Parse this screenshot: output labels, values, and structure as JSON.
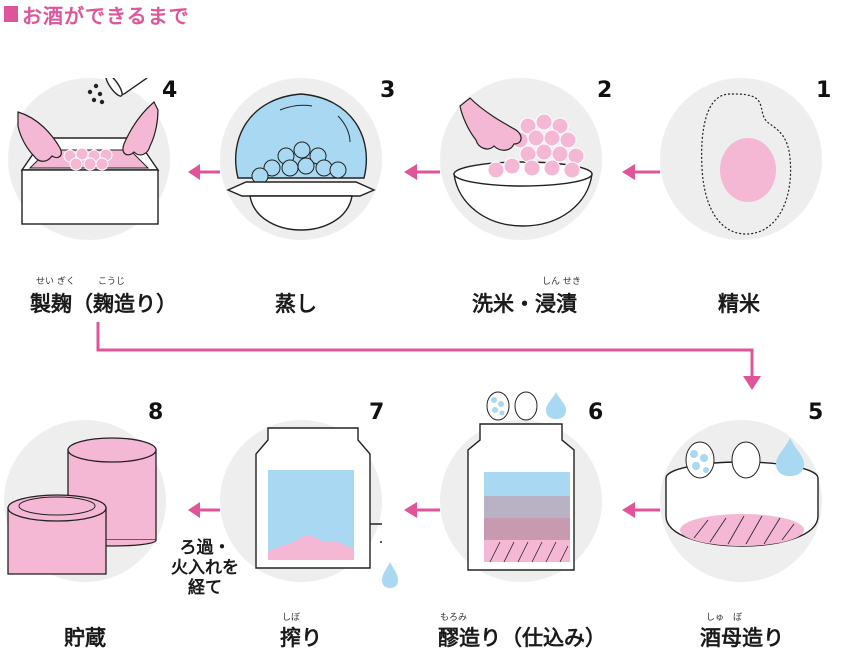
{
  "header": {
    "title": "お酒ができるまで"
  },
  "colors": {
    "accent": "#e0559a",
    "pink": "#f4b8d4",
    "blue": "#a9d8f2",
    "circle": "#eeeeee"
  },
  "steps": [
    {
      "number": "1",
      "label": "精米",
      "ruby": ""
    },
    {
      "number": "2",
      "label": "洗米・浸漬",
      "ruby": "しん せき"
    },
    {
      "number": "3",
      "label": "蒸し",
      "ruby": ""
    },
    {
      "number": "4",
      "label": "製麹（麹造り）",
      "ruby_a": "せい ぎく",
      "ruby_b": "こうじ"
    },
    {
      "number": "5",
      "label": "酒母造り",
      "ruby": "しゅ　ぼ"
    },
    {
      "number": "6",
      "label": "醪造り（仕込み）",
      "ruby": "もろみ"
    },
    {
      "number": "7",
      "label": "搾り",
      "ruby": "しぼ"
    },
    {
      "number": "8",
      "label": "貯蔵",
      "ruby": ""
    }
  ],
  "note": {
    "line1": "ろ過・",
    "line2": "火入れを",
    "line3": "経て"
  }
}
